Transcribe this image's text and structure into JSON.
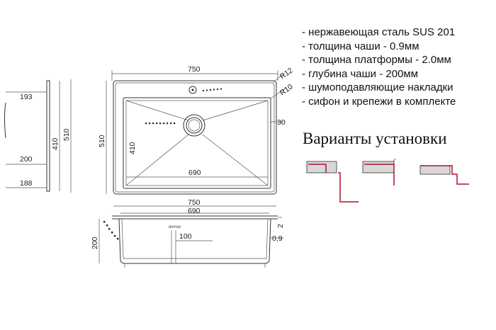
{
  "specs": [
    "- нержавеющая сталь SUS 201",
    "- толщина чаши - 0.9мм",
    "- толщина платформы - 2.0мм",
    "- глубина чаши - 200мм",
    "- шумоподавляющие накладки",
    "- сифон и крепежи в комплекте"
  ],
  "install_title": "Варианты установки",
  "install_variant_icons": [
    "undermount-install-icon",
    "flush-install-icon",
    "overmount-install-icon"
  ],
  "side_view": {
    "dims": {
      "top": "193",
      "middle": "200",
      "bottom": "188",
      "inner_height": "410",
      "outer_height": "510"
    }
  },
  "top_view": {
    "dims": {
      "width": "750",
      "height": "510",
      "bowl_height": "410",
      "bowl_width": "690",
      "corner_radius_outer": "R12",
      "corner_radius_inner": "R10",
      "offset": "30"
    }
  },
  "front_view": {
    "dims": {
      "width": "750",
      "bowl_width": "690",
      "depth": "200",
      "drain_offset": "100",
      "platform_thickness": "2",
      "bowl_thickness": "0,9"
    }
  },
  "colors": {
    "line": "#333333",
    "accent_red": "#b0102a",
    "fill_gray": "#d8d8d8"
  }
}
